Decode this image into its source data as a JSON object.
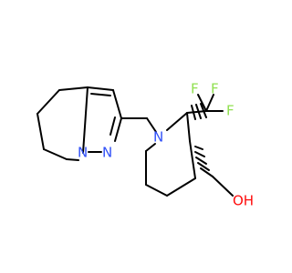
{
  "molecule": {
    "atom_labels": {
      "ring_n_bridge": "N",
      "ring_n_azo": "N",
      "piperidine_n": "N",
      "fluorine_top_left": "F",
      "fluorine_top_right": "F",
      "fluorine_right": "F",
      "hydroxyl": "OH"
    },
    "colors": {
      "bond": "#000000",
      "nitrogen": "#3050F8",
      "oxygen": "#FF0D0D",
      "fluorine": "#90E050"
    }
  }
}
